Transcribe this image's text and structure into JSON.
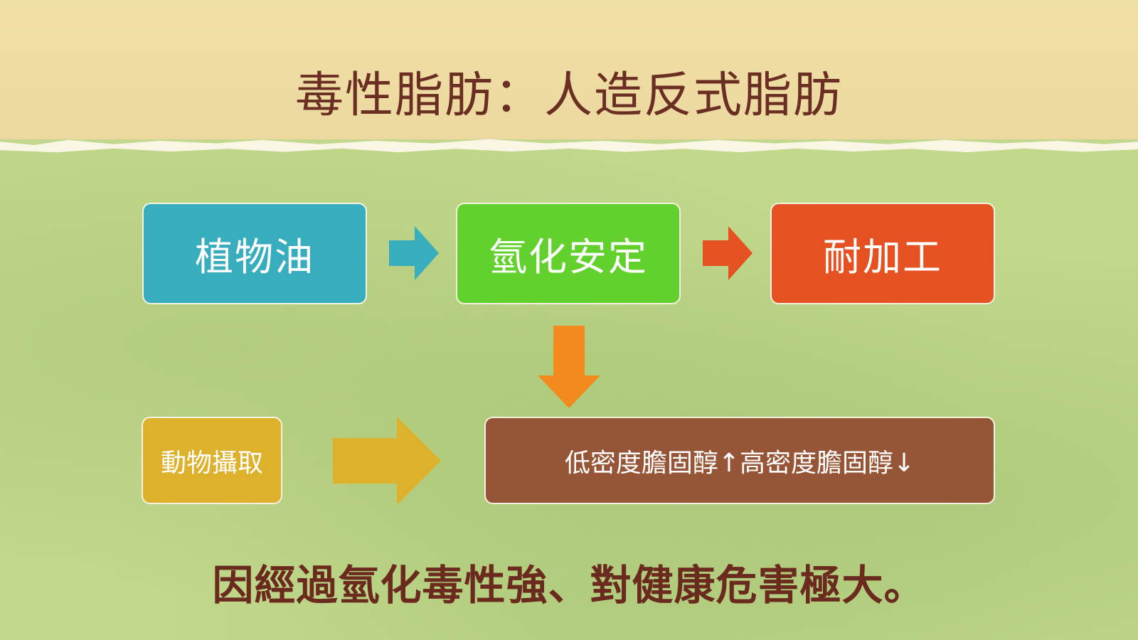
{
  "title": "毒性脂肪：人造反式脂肪",
  "flow": {
    "box1": "植物油",
    "box2": "氫化安定",
    "box3": "耐加工",
    "box4": "動物攝取",
    "box5": "低密度膽固醇↑高密度膽固醇↓"
  },
  "conclusion": "因經過氫化毒性強、對健康危害極大。",
  "colors": {
    "title": "#6b2e22",
    "oil": "#38adbd",
    "hydrogenation": "#63d12d",
    "processing": "#e65122",
    "animal": "#deb12d",
    "cholesterol": "#975537",
    "arrow_blue": "#38adbd",
    "arrow_red": "#e65122",
    "arrow_orange": "#f28a1e",
    "arrow_yellow": "#deb12d"
  }
}
